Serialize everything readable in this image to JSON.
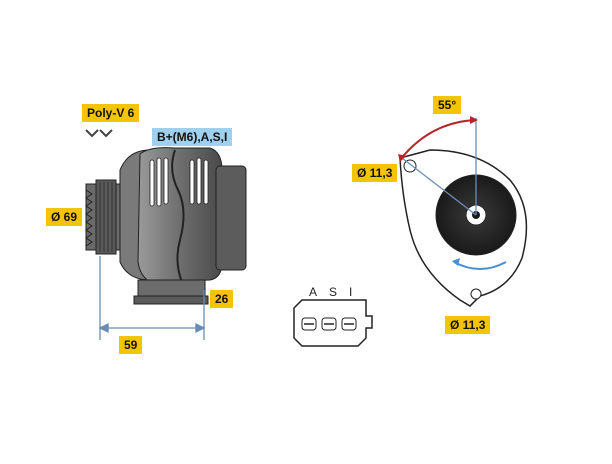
{
  "labels": {
    "belt": "Poly-V 6",
    "terminals": "B+(M6),A,S,I",
    "pulley_diameter": "Ø 69",
    "width": "59",
    "offset": "26",
    "hole_top": "Ø 11,3",
    "hole_bottom": "Ø 11,3",
    "angle": "55°"
  },
  "connector": {
    "pins": [
      "A",
      "S",
      "I"
    ]
  },
  "colors": {
    "tag": "#f5c400",
    "tag_blue": "#9fd0ee",
    "dimension_line": "#6a8db4",
    "angle_arc": "#b8232a",
    "rotation_arrow": "#4a8fd0",
    "body_gray": "#7d7d7d",
    "rotor_dark": "#2a2a2a"
  }
}
